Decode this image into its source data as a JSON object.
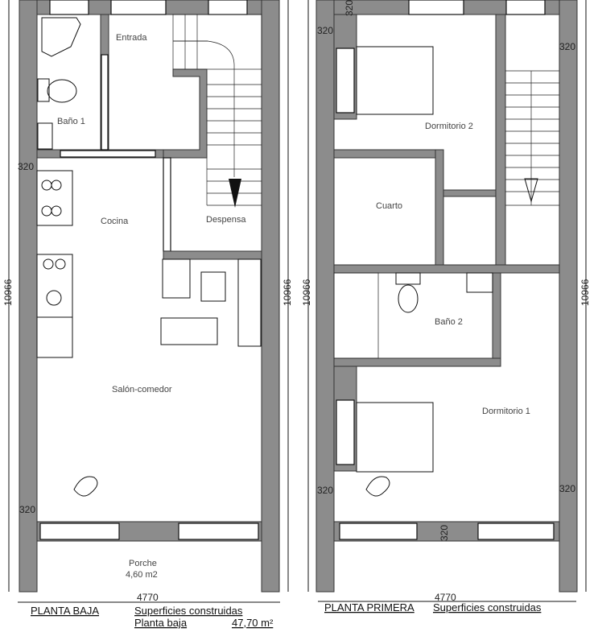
{
  "ground_floor": {
    "title": "PLANTA BAJA",
    "rooms": {
      "entrada": "Entrada",
      "bano": "Baño 1",
      "cocina": "Cocina",
      "despensa": "Despensa",
      "salon": "Salón-comedor",
      "porche": "Porche",
      "porche_area": "4,60 m2"
    },
    "dims": {
      "width": "4770",
      "length": "10966",
      "wall_top": "320",
      "wall_bottom": "320"
    },
    "surfaces": {
      "heading": "Superficies construidas",
      "row_label": "Planta baja",
      "row_value": "47,70 m²"
    }
  },
  "first_floor": {
    "title": "PLANTA PRIMERA",
    "rooms": {
      "dorm2": "Dormitorio 2",
      "cuarto": "Cuarto",
      "bano": "Baño 2",
      "dorm1": "Dormitorio 1"
    },
    "dims": {
      "width": "4770",
      "length": "10966",
      "wall_top": "320",
      "wall_top2": "320",
      "wall_right": "320",
      "wall_bottom": "320",
      "wall_bottom_r": "320",
      "wall_mid": "320"
    },
    "surfaces": {
      "heading": "Superficies construidas"
    }
  }
}
